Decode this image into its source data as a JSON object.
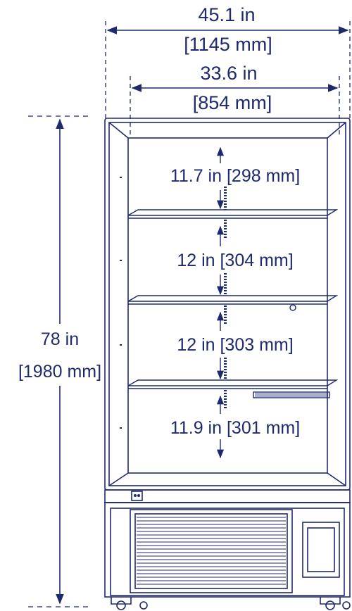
{
  "dimensions": {
    "overall_width": {
      "imperial": "45.1 in",
      "metric": "[1145 mm]"
    },
    "interior_width": {
      "imperial": "33.6 in",
      "metric": "[854 mm]"
    },
    "height": {
      "imperial": "78 in",
      "metric": "[1980 mm]"
    }
  },
  "shelf_spacing": [
    {
      "label": "11.7 in [298 mm]"
    },
    {
      "label": "12 in [304 mm]"
    },
    {
      "label": "12 in [303 mm]"
    },
    {
      "label": "11.9 in [301 mm]"
    }
  ],
  "colors": {
    "line": "#1f2a6e",
    "text": "#1f2a6e",
    "background": "#ffffff"
  }
}
